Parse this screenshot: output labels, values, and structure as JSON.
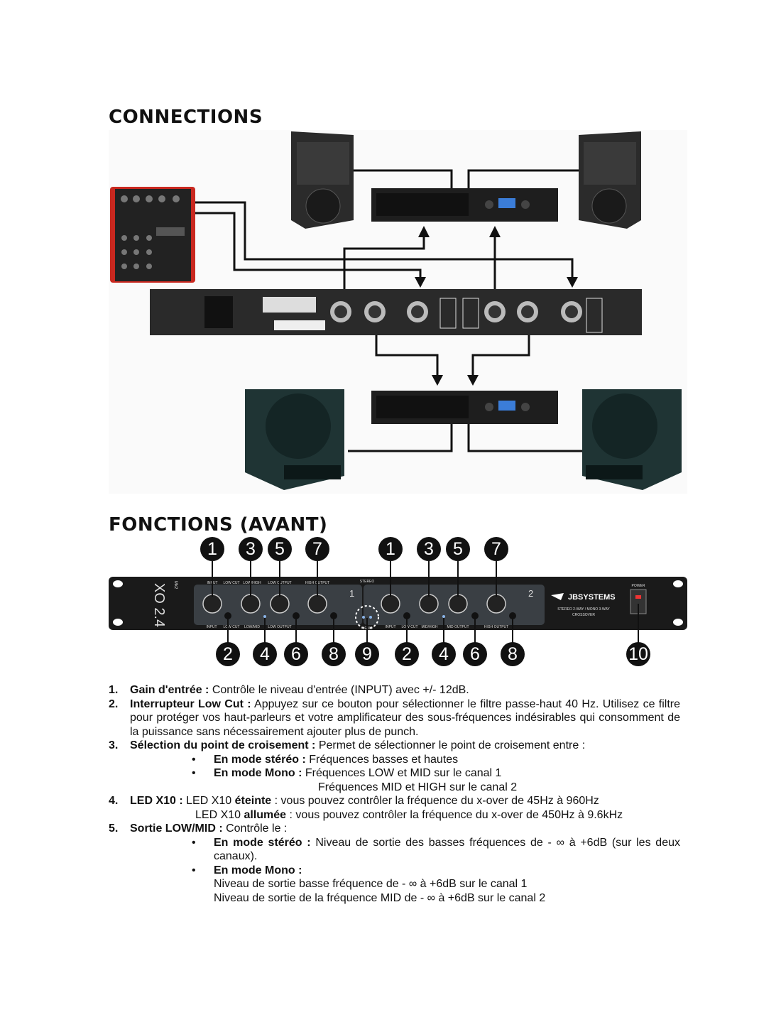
{
  "connections": {
    "title": "CONNECTIONS"
  },
  "fonctions": {
    "title": "FONCTIONS (AVANT)",
    "top_badges": [
      "1",
      "3",
      "5",
      "7",
      "1",
      "3",
      "5",
      "7"
    ],
    "bottom_badges": [
      "2",
      "4",
      "6",
      "8",
      "9",
      "2",
      "4",
      "6",
      "8",
      "10"
    ],
    "device": {
      "model": "XO 2.4",
      "model_suffix": "Mk2",
      "brand": "JBSYSTEMS",
      "subtitle_1": "STEREO 2-WAY / MONO 3-WAY",
      "subtitle_2": "CROSSOVER",
      "power": "POWER",
      "stereo": "STEREO",
      "mono": "MONO",
      "ch1": "1",
      "ch2": "2",
      "top_labels": [
        "INPUT",
        "LOW CUT",
        "LOW/HIGH",
        "LOW OUTPUT",
        "HIGH OUTPUT"
      ],
      "bottom_labels_ch1": [
        "INPUT",
        "LOW CUT",
        "LOW/MID",
        "LOW OUTPUT"
      ],
      "bottom_labels_ch2": [
        "INPUT",
        "LOW CUT",
        "MID/HIGH",
        "MID OUTPUT",
        "HIGH OUTPUT"
      ]
    }
  },
  "items": [
    {
      "num": "1.",
      "label": "Gain d'entrée :",
      "text": " Contrôle le niveau d'entrée (INPUT) avec +/- 12dB."
    },
    {
      "num": "2.",
      "label": "Interrupteur Low Cut :",
      "text": " Appuyez sur ce bouton pour sélectionner le filtre passe-haut 40 Hz. Utilisez ce filtre pour protéger vos haut-parleurs et votre amplificateur des sous-fréquences indésirables qui consomment de la puissance sans nécessairement ajouter plus de punch."
    },
    {
      "num": "3.",
      "label": "Sélection du point de croisement :",
      "text": " Permet de sélectionner le point de croisement entre :",
      "bullets": [
        {
          "label": "En mode stéréo :",
          "text": " Fréquences basses et hautes"
        },
        {
          "label": "En mode Mono :",
          "text": " Fréquences LOW et MID sur le canal 1",
          "cont": "Fréquences MID et HIGH sur le canal 2"
        }
      ]
    },
    {
      "num": "4.",
      "label": "LED X10 :",
      "text": " LED X10 ",
      "bold2": "éteinte",
      "text2": " : vous pouvez contrôler la fréquence du x-over de 45Hz à 960Hz",
      "line2a": "LED X10 ",
      "line2b": "allumée",
      "line2c": " : vous pouvez contrôler la fréquence du x-over de 450Hz à 9.6kHz"
    },
    {
      "num": "5.",
      "label": "Sortie LOW/MID :",
      "text": " Contrôle le :",
      "bullets": [
        {
          "label": "En mode stéréo :",
          "text": " Niveau de sortie des basses fréquences de - ∞ à +6dB (sur les deux canaux)."
        },
        {
          "label": "En mode Mono :",
          "lines": [
            "Niveau de sortie basse fréquence de - ∞ à +6dB sur le canal 1",
            "Niveau de sortie de la fréquence MID de - ∞ à +6dB sur le canal 2"
          ]
        }
      ]
    }
  ]
}
